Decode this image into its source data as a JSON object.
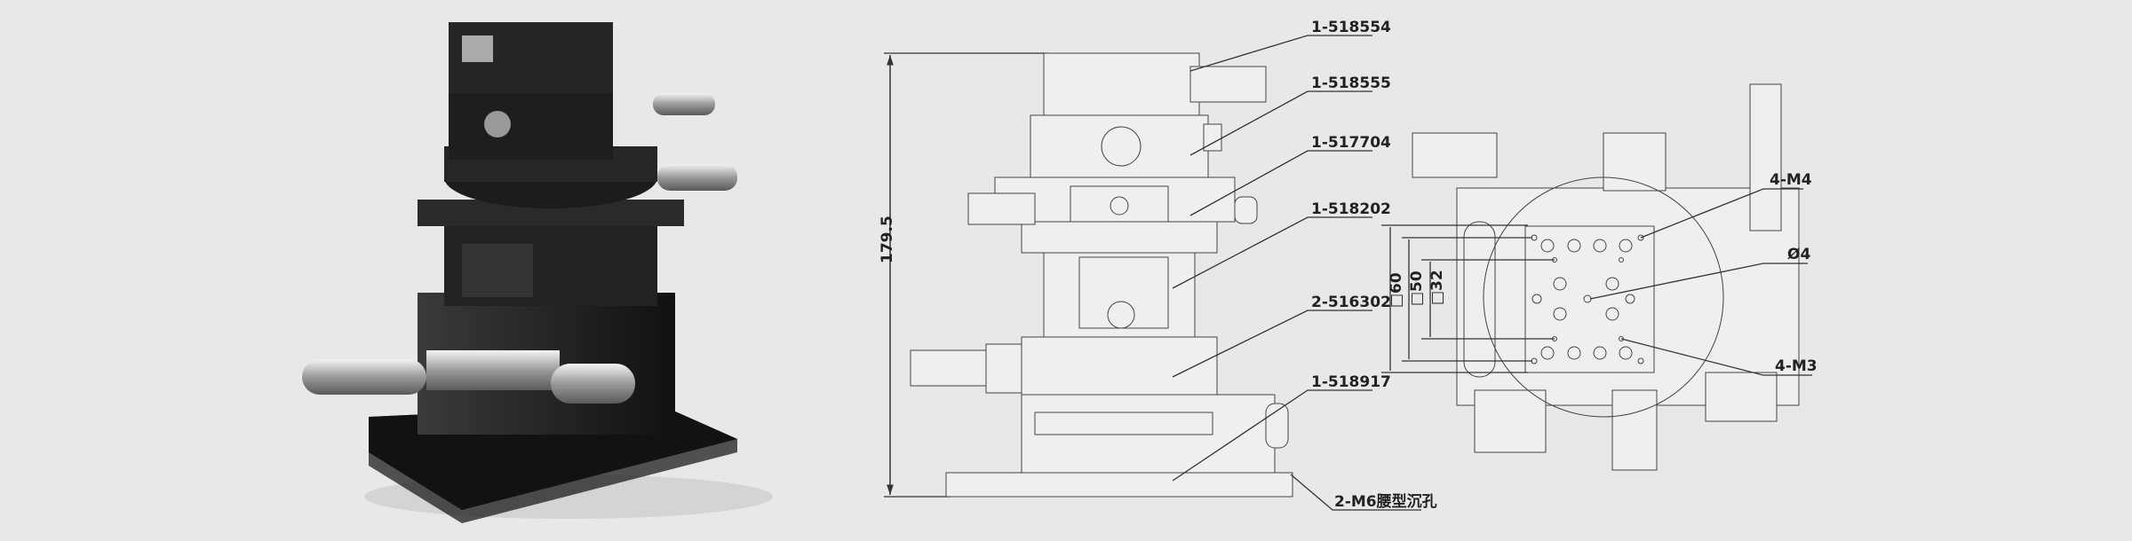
{
  "side_view": {
    "height_dimension": "179.5",
    "part_labels": [
      "1-518554",
      "1-518555",
      "1-517704",
      "1-518202",
      "2-516302",
      "1-518917"
    ],
    "mount_hole_label": "2-M6腰型沉孔"
  },
  "top_view": {
    "dimensions": [
      "□60",
      "□50",
      "□32"
    ],
    "callouts": [
      "4-M4",
      "Ø4",
      "4-M3"
    ]
  },
  "colors": {
    "background": "#e8e8e8",
    "line": "#333333",
    "product_body": "#1e1e1e"
  }
}
